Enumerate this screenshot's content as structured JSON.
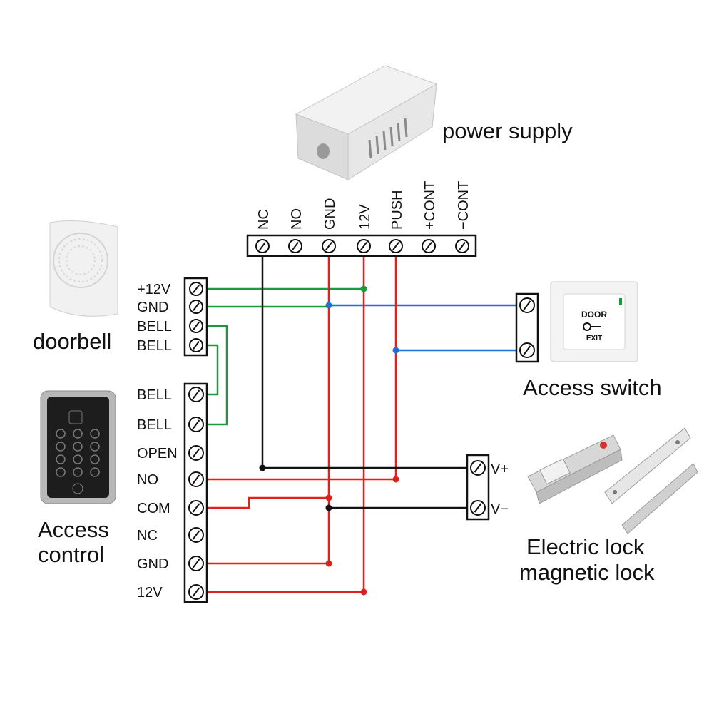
{
  "devices": {
    "power_supply": "power supply",
    "doorbell": "doorbell",
    "access_switch": "Access switch",
    "access_control_line1": "Access",
    "access_control_line2": "control",
    "lock_line1": "Electric lock",
    "lock_line2": "magnetic lock"
  },
  "power_supply_terminals": [
    "NC",
    "NO",
    "GND",
    "12V",
    "PUSH",
    "+CONT",
    "−CONT"
  ],
  "doorbell_terminals": [
    "+12V",
    "GND",
    "BELL",
    "BELL"
  ],
  "access_control_terminals": [
    "BELL",
    "BELL",
    "OPEN",
    "NO",
    "COM",
    "NC",
    "GND",
    "12V"
  ],
  "lock_terminals": [
    "V+",
    "V−"
  ],
  "exit_button": {
    "line1": "DOOR",
    "line2": "EXIT"
  },
  "wire_colors": {
    "green": "#1a9a3a",
    "blue": "#1e6fe0",
    "red": "#e0201f",
    "black": "#111111"
  }
}
